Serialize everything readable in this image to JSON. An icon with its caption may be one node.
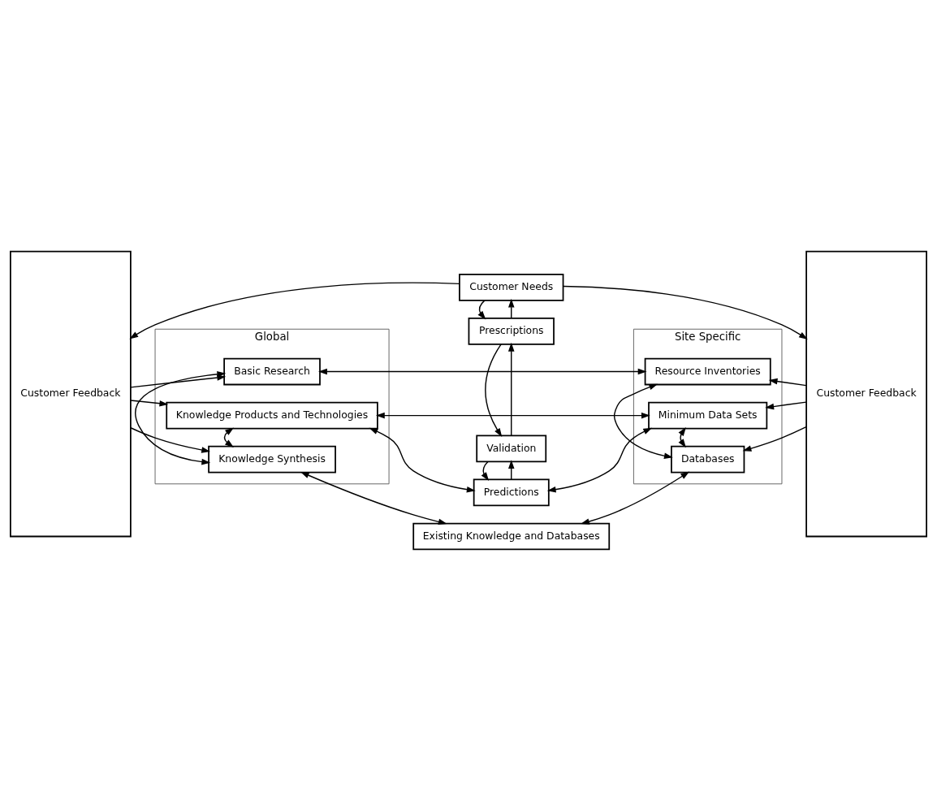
{
  "diagram": {
    "nodes": [
      {
        "text": [
          "Customer Needs"
        ]
      },
      {
        "text": [
          "Prescriptions"
        ]
      },
      {
        "text": [
          "Validation"
        ]
      },
      {
        "text": [
          "Predictions"
        ]
      },
      {
        "text": [
          "Global"
        ]
      },
      {
        "text": [
          "Knowledge Products and Technologies"
        ],
        "in": 4
      },
      {
        "text": [
          "Knowledge Synthesis"
        ],
        "in": 4
      },
      {
        "text": [
          "Basic Research"
        ],
        "in": 4
      },
      {
        "text": [
          "Existing Knowledge and Databases"
        ]
      },
      {
        "text": [
          "Site Specific"
        ]
      },
      {
        "text": [
          "Minimum Data Sets"
        ],
        "in": 9
      },
      {
        "text": [
          "Databases"
        ],
        "in": 9
      },
      {
        "text": [
          "Resource Inventories"
        ],
        "in": 9
      },
      {
        "text": [
          "Customer Feedback"
        ]
      },
      {
        "text": [
          "Customer Feedback"
        ]
      }
    ],
    "edges": [
      {
        "from": 0,
        "to": 13,
        "arrow": "to"
      },
      {
        "from": 0,
        "to": 14,
        "arrow": "to"
      },
      {
        "from": 1,
        "to": 0,
        "arrow": "to"
      },
      {
        "from": 0,
        "to": 1,
        "arrow": "to"
      },
      {
        "from": 2,
        "to": 1,
        "arrow": "to"
      },
      {
        "from": 1,
        "to": 2,
        "arrow": "to"
      },
      {
        "from": 3,
        "to": 2,
        "arrow": "to"
      },
      {
        "from": 2,
        "to": 3,
        "arrow": "to"
      },
      {
        "from": 3,
        "to": 5,
        "arrow": "both"
      },
      {
        "from": 3,
        "to": 10,
        "arrow": "both"
      },
      {
        "from": 5,
        "to": 10,
        "arrow": "both"
      },
      {
        "from": 5,
        "to": 6,
        "arrow": "both"
      },
      {
        "from": 6,
        "to": 7,
        "arrow": "both"
      },
      {
        "from": 6,
        "to": 8,
        "arrow": "both"
      },
      {
        "from": 8,
        "to": 11,
        "arrow": "both"
      },
      {
        "from": 10,
        "to": 11,
        "arrow": "both"
      },
      {
        "from": 11,
        "to": 12,
        "arrow": "both"
      },
      {
        "from": 7,
        "to": 12,
        "arrow": "both"
      },
      {
        "from": 13,
        "to": 5,
        "arrow": "to"
      },
      {
        "from": 13,
        "to": 6,
        "arrow": "to"
      },
      {
        "from": 13,
        "to": 7,
        "arrow": "to"
      },
      {
        "from": 14,
        "to": 10,
        "arrow": "to"
      },
      {
        "from": 14,
        "to": 11,
        "arrow": "to"
      },
      {
        "from": 14,
        "to": 12,
        "arrow": "to"
      }
    ]
  }
}
